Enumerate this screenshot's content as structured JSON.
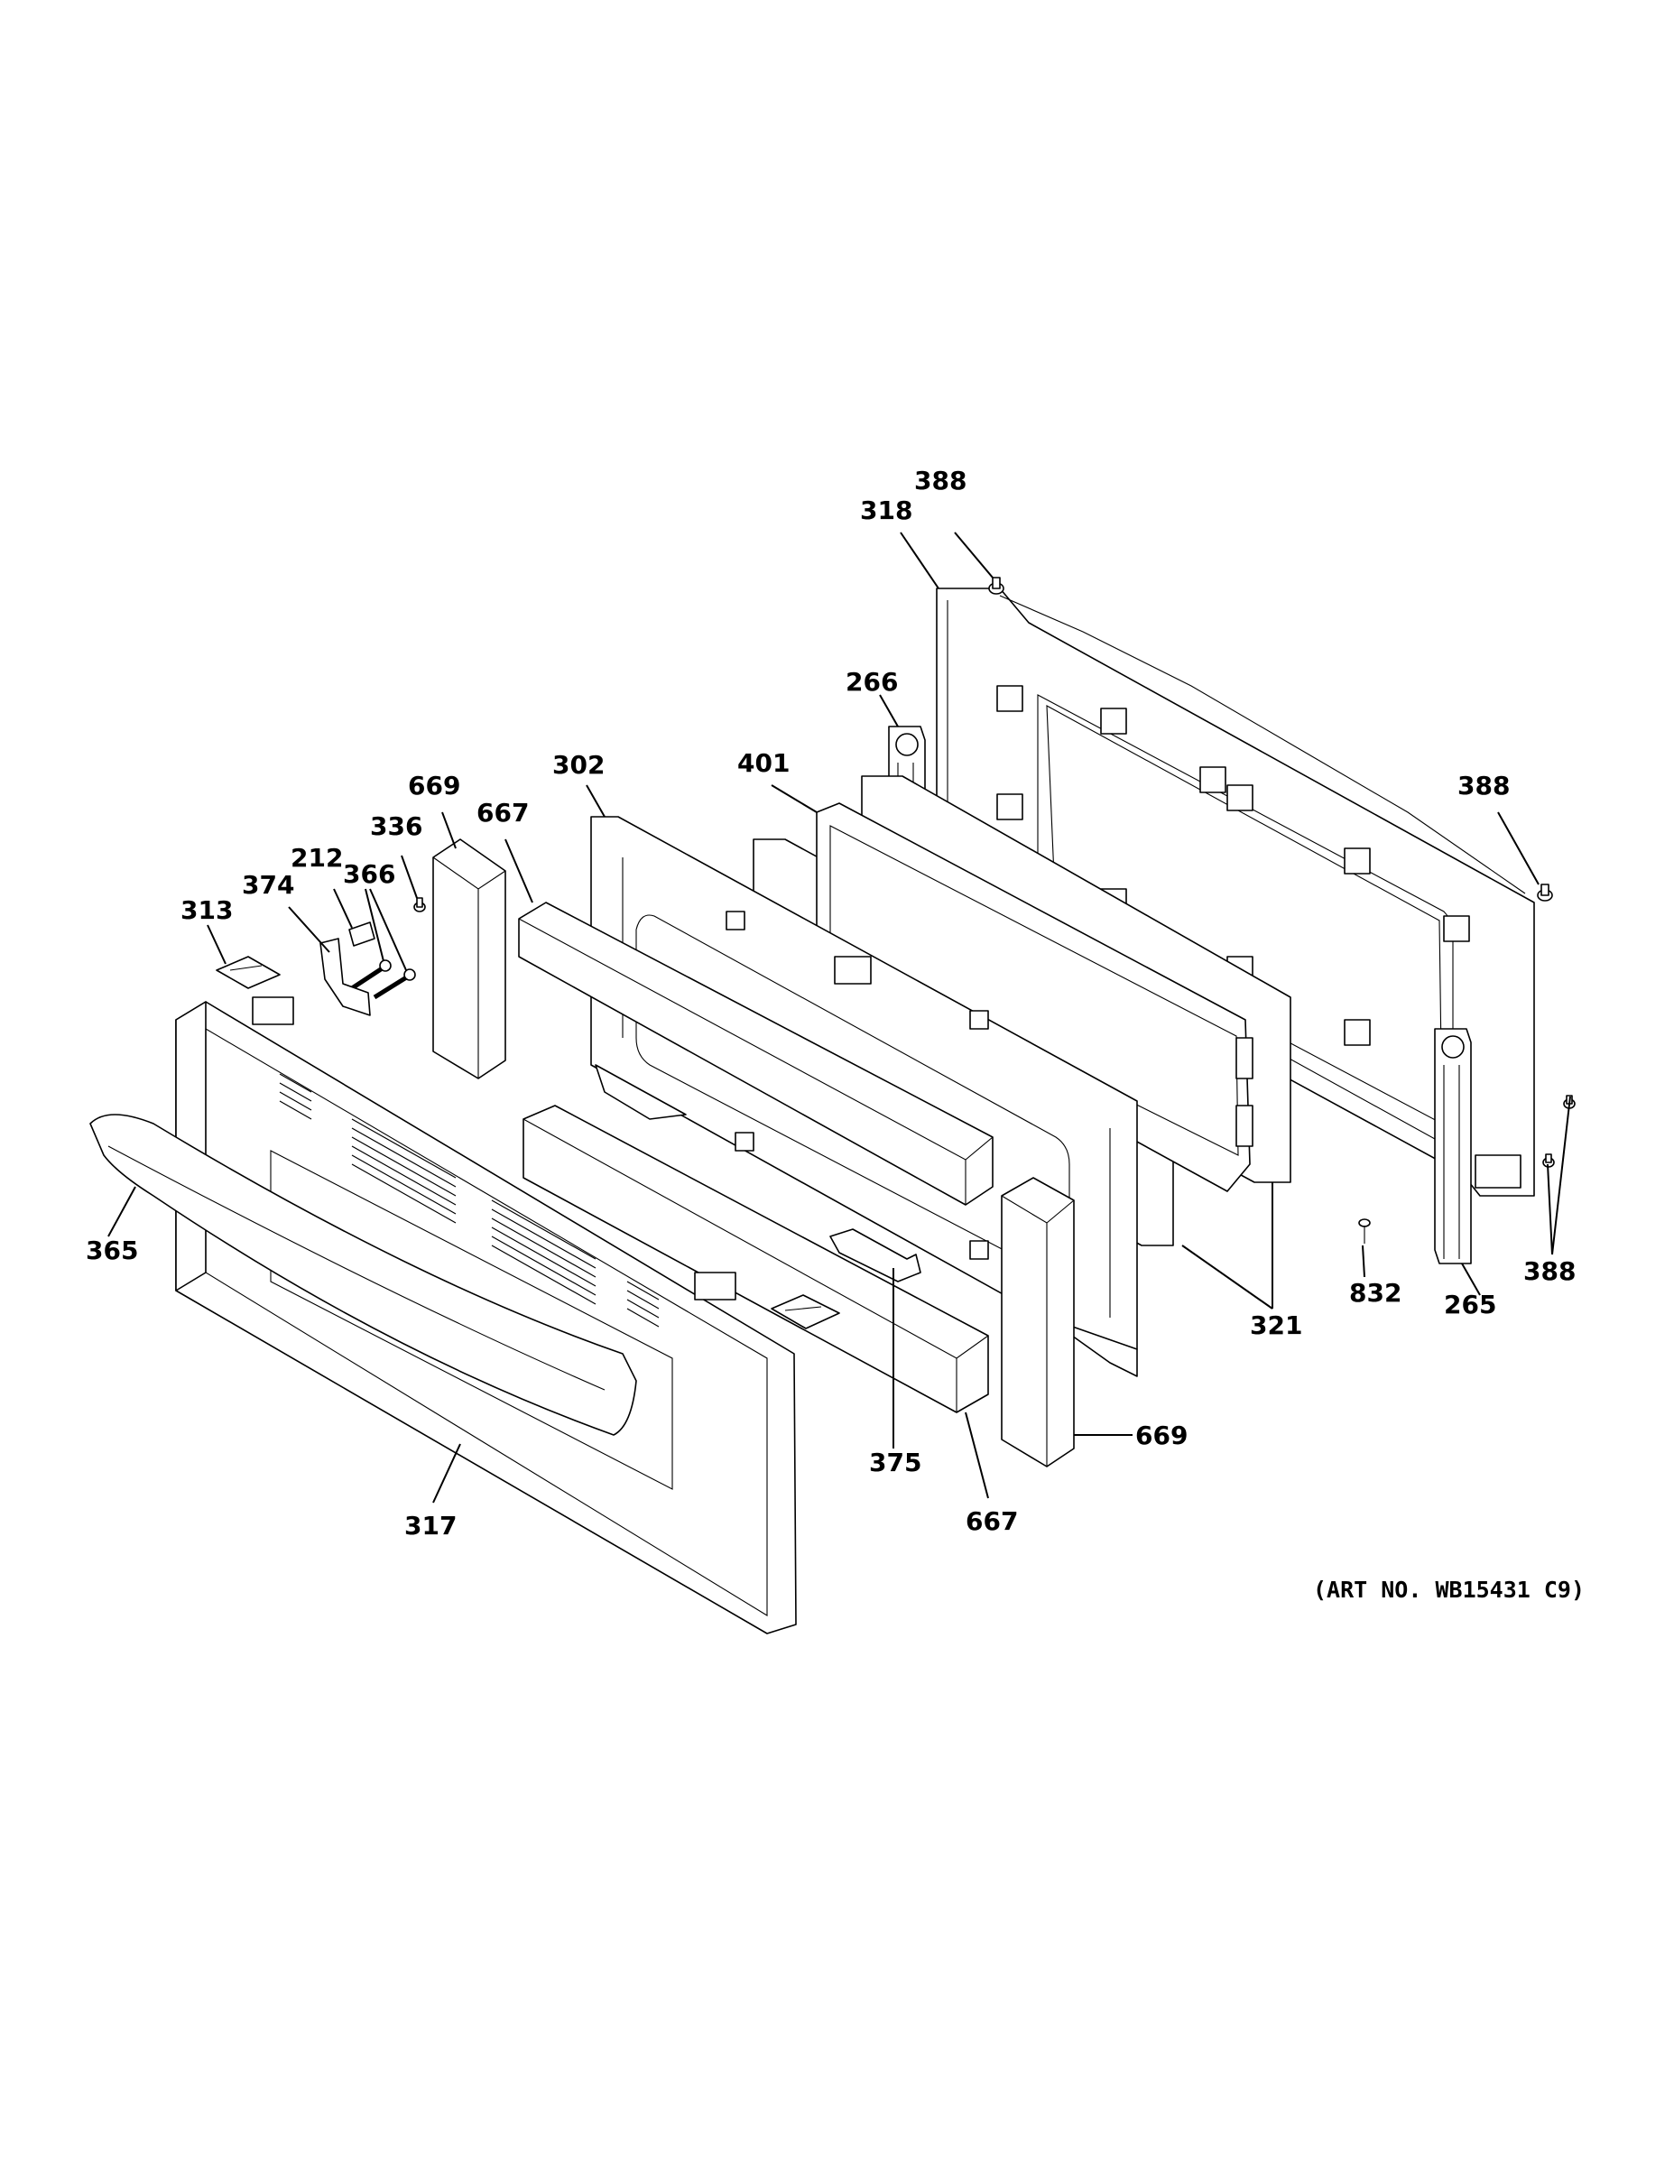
{
  "callouts": {
    "p388_top": "388",
    "p318": "318",
    "p266": "266",
    "p401": "401",
    "p302": "302",
    "p669_top": "669",
    "p667_top": "667",
    "p336": "336",
    "p212": "212",
    "p366": "366",
    "p374": "374",
    "p313": "313",
    "p388_right": "388",
    "p388_bottom": "388",
    "p365": "365",
    "p321": "321",
    "p832": "832",
    "p265": "265",
    "p375": "375",
    "p669_bottom": "669",
    "p667_bottom": "667",
    "p317": "317"
  },
  "art_number": "(ART NO. WB15431 C9)",
  "colors": {
    "line": "#000000",
    "background": "#ffffff"
  }
}
